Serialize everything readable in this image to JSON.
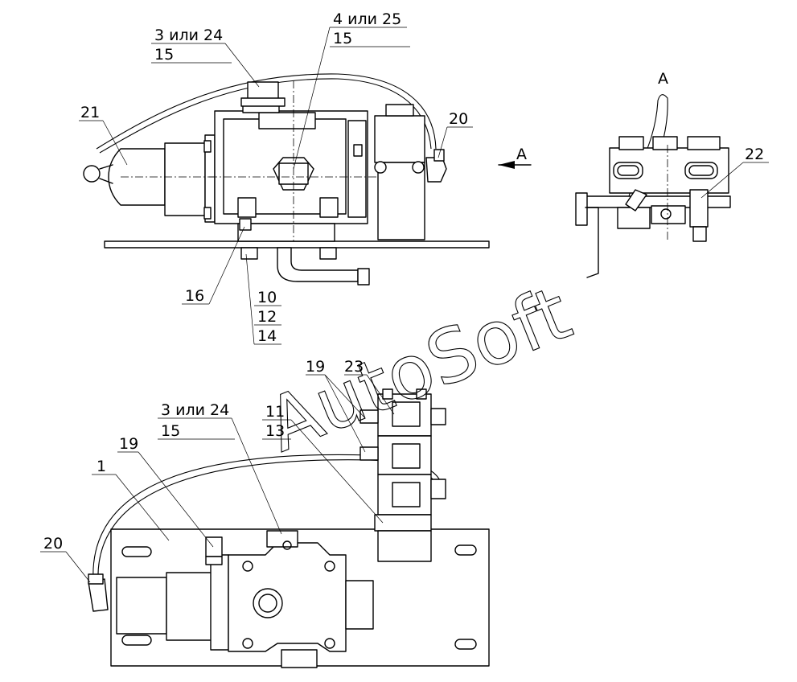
{
  "labels": {
    "top_left_part": "3 или 24",
    "top_left_sub": "15",
    "top_center_part": "4 или 25",
    "top_center_sub": "15",
    "item_21": "21",
    "item_20_top": "20",
    "item_16": "16",
    "stack_10": "10",
    "stack_12": "12",
    "stack_14": "14",
    "view_arrow": "A",
    "view_title": "A",
    "item_22": "22",
    "item_19_mid": "19",
    "item_23": "23",
    "bottom_part": "3 или 24",
    "bottom_sub": "15",
    "stack_11": "11",
    "stack_13": "13",
    "item_19_left": "19",
    "item_1": "1",
    "item_20_bottom": "20"
  },
  "watermark": "AutoSoft"
}
